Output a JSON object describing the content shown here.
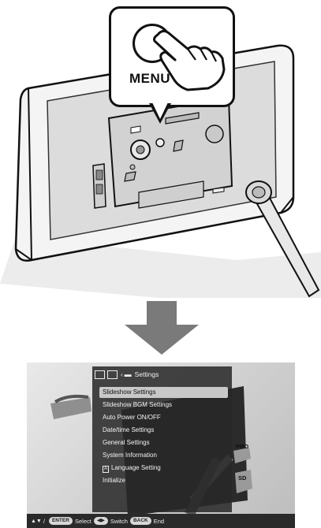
{
  "callout": {
    "button_label": "MENU"
  },
  "screen": {
    "header_title": "Settings",
    "menu_items": [
      "Slideshow Settings",
      "Slideshow BGM Settings",
      "Auto Power ON/OFF",
      "Date/time Settings",
      "General Settings",
      "System Information",
      "Language Setting",
      "Initialize"
    ],
    "selected_index": 0,
    "language_item_prefix": "A",
    "card_labels": {
      "pro": "PRO",
      "sd": "SD"
    },
    "status": {
      "enter_key": "ENTER",
      "select_label": "Select",
      "switch_label": "Switch",
      "back_key": "BACK",
      "end_label": "End"
    }
  },
  "colors": {
    "panel": "#282828",
    "selected": "#c8c8c8",
    "arrow": "#7a7a7a"
  }
}
